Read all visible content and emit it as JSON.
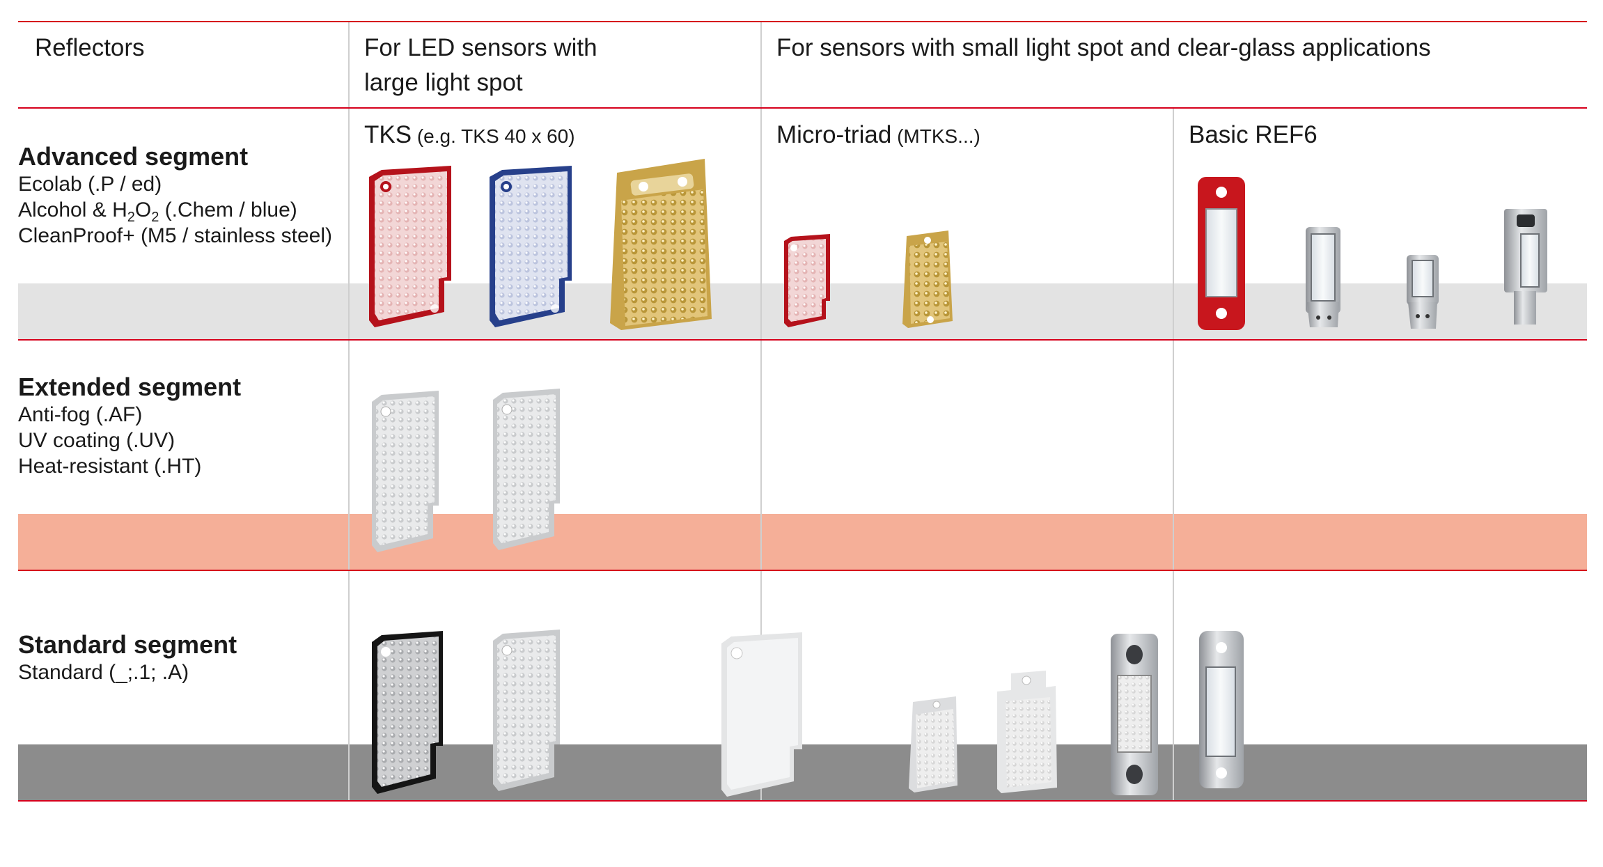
{
  "header": {
    "col1": "Reflectors",
    "col2_line1": "For LED sensors with",
    "col2_line2": "large light spot",
    "col3": "For sensors with small light spot and clear-glass applications"
  },
  "subheader": {
    "tks_main": "TKS",
    "tks_note": " (e.g. TKS 40 x 60)",
    "micro_main": "Micro-triad",
    "micro_note": " (MTKS...)",
    "ref6": "Basic REF6"
  },
  "segments": {
    "advanced": {
      "title": "Advanced segment",
      "line1": "Ecolab (.P / ed)",
      "line2_pre": "Alcohol & H",
      "line2_sub1": "2",
      "line2_mid": "O",
      "line2_sub2": "2",
      "line2_post": " (.Chem / blue)",
      "line3": "CleanProof+ (M5 / stainless steel)",
      "band_color": "#e3e3e3"
    },
    "extended": {
      "title": "Extended segment",
      "line1": "Anti-fog (.AF)",
      "line2": "UV coating (.UV)",
      "line3": "Heat-resistant (.HT)",
      "band_color": "#f5af98"
    },
    "standard": {
      "title": "Standard segment",
      "line1": "Standard (_;.1; .A)",
      "band_color": "#8c8c8c"
    }
  },
  "colors": {
    "rule_red": "#d6001c",
    "divider_gray": "#cfcfcf"
  },
  "products": {
    "tks_red": "red-reflector-icon",
    "tks_blue": "blue-reflector-icon",
    "tks_gold": "gold-reflector-icon",
    "mtks_red": "small-red-reflector-icon",
    "mtks_gold": "small-gold-reflector-icon",
    "ref6_red": "red-ref6-reflector-icon",
    "ref6_steel": "steel-reflector-icon"
  }
}
